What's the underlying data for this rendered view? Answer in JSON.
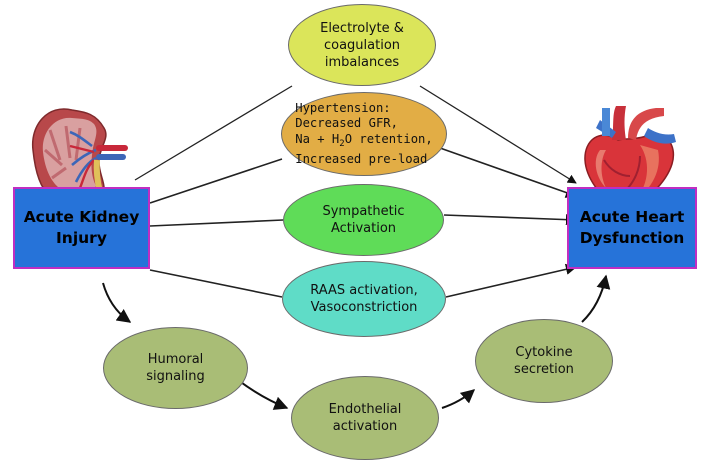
{
  "colors": {
    "box_fill": "#2673d9",
    "box_border": "#c02ec2",
    "electrolyte": "#dbe55a",
    "hypertension": "#e2ad45",
    "sympathetic": "#5fdc58",
    "raas": "#5fdcc7",
    "pathway": "#a9bd76"
  },
  "icons": {
    "kidney": "kidney-icon",
    "heart": "heart-icon"
  },
  "nodes": {
    "aki": {
      "line1": "Acute Kidney",
      "line2": "Injury"
    },
    "ahd": {
      "line1": "Acute Heart",
      "line2": "Dysfunction"
    },
    "electrolyte": {
      "line1": "Electrolyte &",
      "line2": "coagulation",
      "line3": "imbalances"
    },
    "hypertension": {
      "line1": "Hypertension:",
      "line2": "Decreased GFR,",
      "line3_pre": "Na + H",
      "line3_sub": "2",
      "line3_post": "O retention,",
      "line4": "Increased pre-load"
    },
    "sympathetic": {
      "line1": "Sympathetic",
      "line2": "Activation"
    },
    "raas": {
      "line1": "RAAS activation,",
      "line2": "Vasoconstriction"
    },
    "humoral": {
      "line1": "Humoral",
      "line2": "signaling"
    },
    "endothelial": {
      "line1": "Endothelial",
      "line2": "activation"
    },
    "cytokine": {
      "line1": "Cytokine",
      "line2": "secretion"
    }
  }
}
